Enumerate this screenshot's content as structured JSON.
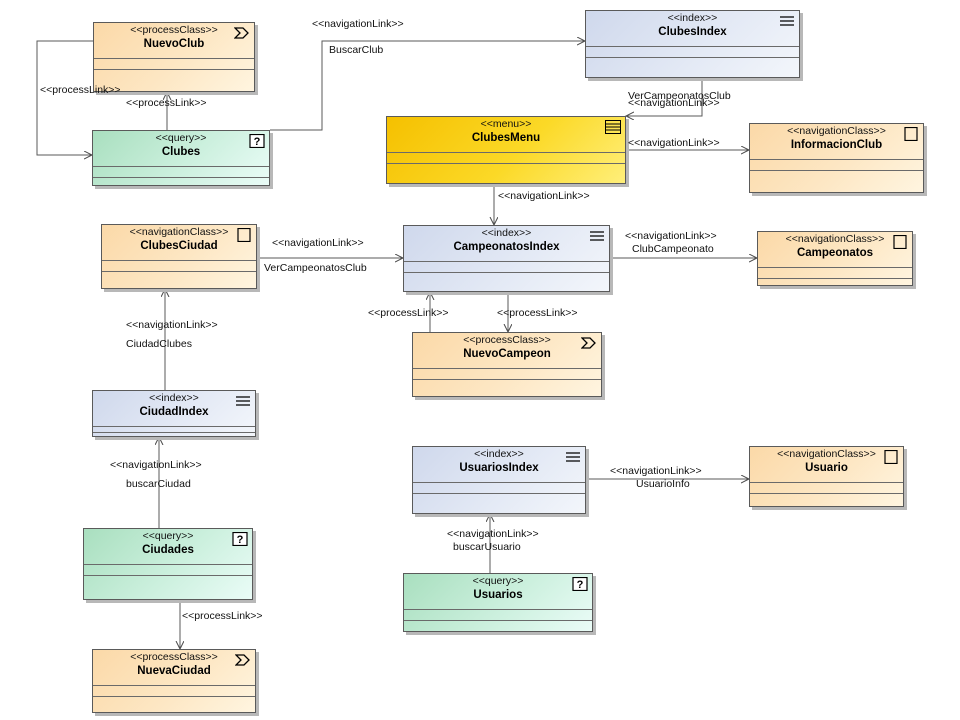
{
  "nodes": {
    "nuevo_club": {
      "stereotype": "<<processClass>>",
      "name": "NuevoClub",
      "icon": "process-icon"
    },
    "clubes": {
      "stereotype": "<<query>>",
      "name": "Clubes",
      "icon": "query-icon"
    },
    "clubes_index": {
      "stereotype": "<<index>>",
      "name": "ClubesIndex",
      "icon": "index-icon"
    },
    "clubes_menu": {
      "stereotype": "<<menu>>",
      "name": "ClubesMenu",
      "icon": "menu-icon"
    },
    "informacion_club": {
      "stereotype": "<<navigationClass>>",
      "name": "InformacionClub",
      "icon": "navigation-class-icon"
    },
    "clubes_ciudad": {
      "stereotype": "<<navigationClass>>",
      "name": "ClubesCiudad",
      "icon": "navigation-class-icon"
    },
    "campeonatos_index": {
      "stereotype": "<<index>>",
      "name": "CampeonatosIndex",
      "icon": "index-icon"
    },
    "campeonatos": {
      "stereotype": "<<navigationClass>>",
      "name": "Campeonatos",
      "icon": "navigation-class-icon"
    },
    "nuevo_campeon": {
      "stereotype": "<<processClass>>",
      "name": "NuevoCampeon",
      "icon": "process-icon"
    },
    "ciudad_index": {
      "stereotype": "<<index>>",
      "name": "CiudadIndex",
      "icon": "index-icon"
    },
    "ciudades": {
      "stereotype": "<<query>>",
      "name": "Ciudades",
      "icon": "query-icon"
    },
    "nueva_ciudad": {
      "stereotype": "<<processClass>>",
      "name": "NuevaCiudad",
      "icon": "process-icon"
    },
    "usuarios_index": {
      "stereotype": "<<index>>",
      "name": "UsuariosIndex",
      "icon": "index-icon"
    },
    "usuario": {
      "stereotype": "<<navigationClass>>",
      "name": "Usuario",
      "icon": "navigation-class-icon"
    },
    "usuarios": {
      "stereotype": "<<query>>",
      "name": "Usuarios",
      "icon": "query-icon"
    }
  },
  "edges": {
    "buscar_club": {
      "stereotype": "<<navigationLink>>",
      "name": "BuscarClub"
    },
    "clubes_to_nuevo": {
      "stereotype": "<<processLink>>"
    },
    "nuevo_to_clubes": {
      "stereotype": "<<processLink>>"
    },
    "ver_campeonatos_1": {
      "stereotype": "<<navigationLink>>",
      "name": "VerCampeonatosClub"
    },
    "menu_to_info": {
      "stereotype": "<<navigationLink>>"
    },
    "menu_to_campeonatos": {
      "stereotype": "<<navigationLink>>"
    },
    "ver_campeonatos_2": {
      "stereotype": "<<navigationLink>>",
      "name": "VerCampeonatosClub"
    },
    "club_campeonato": {
      "stereotype": "<<navigationLink>>",
      "name": "ClubCampeonato"
    },
    "campeon_to_index": {
      "stereotype": "<<processLink>>"
    },
    "index_to_campeon": {
      "stereotype": "<<processLink>>"
    },
    "ciudad_clubes": {
      "stereotype": "<<navigationLink>>",
      "name": "CiudadClubes"
    },
    "buscar_ciudad": {
      "stereotype": "<<navigationLink>>",
      "name": "buscarCiudad"
    },
    "ciudades_to_nueva": {
      "stereotype": "<<processLink>>"
    },
    "usuario_info": {
      "stereotype": "<<navigationLink>>",
      "name": "UsuarioInfo"
    },
    "buscar_usuario": {
      "stereotype": "<<navigationLink>>",
      "name": "buscarUsuario"
    }
  },
  "colors": {
    "process": "#fde7c4",
    "navigation_class": "#fde7c4",
    "index": "#e3e9f5",
    "query": "#ccf0de",
    "menu": "#fbd927",
    "line": "#5a5a5a"
  }
}
